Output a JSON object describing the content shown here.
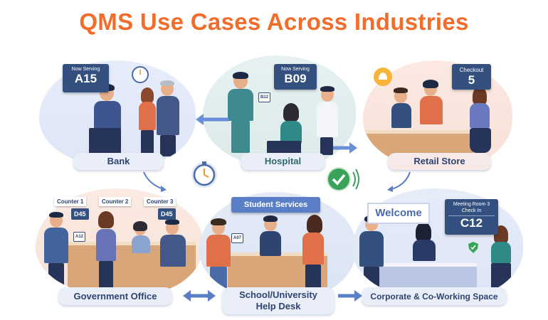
{
  "title": "QMS Use Cases Across Industries",
  "scenes": {
    "bank": {
      "label": "Bank",
      "sign_caption": "Now Serving",
      "sign_number": "A15"
    },
    "hospital": {
      "label": "Hospital",
      "sign_caption": "Now Serving",
      "sign_number": "B09",
      "ticket": "B12"
    },
    "retail": {
      "label": "Retail Store",
      "sign_caption": "Checkout",
      "sign_number": "5"
    },
    "government": {
      "label": "Government Office",
      "counters": [
        "Counter 1",
        "Counter 2",
        "Counter 3"
      ],
      "tokens": [
        "D45",
        "D45"
      ],
      "ticket": "A12"
    },
    "school": {
      "label": "School/University Help Desk",
      "sign": "Student Services",
      "ticket": "A07"
    },
    "corporate": {
      "label": "Corporate & Co-Working Space",
      "welcome": "Welcome",
      "sign_caption": "Meeting Room 3 Check In",
      "sign_number": "C12"
    }
  },
  "colors": {
    "title": "#f26c2b",
    "sign": "#34507f",
    "label_text": "#2f4470",
    "arrow": "#5b7fc7",
    "check": "#3aa35a",
    "bell": "#f6b53a"
  },
  "icons": [
    "clock-icon",
    "check-icon",
    "bell-icon",
    "arrow-icon"
  ]
}
